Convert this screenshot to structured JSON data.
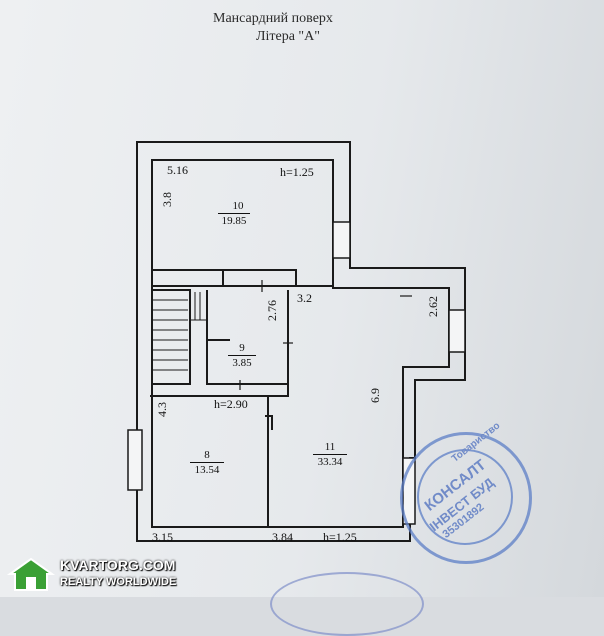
{
  "header": {
    "floor": "Мансардний поверх",
    "litera": "Літера \"А\""
  },
  "rooms": [
    {
      "number": "10",
      "area": "19.85"
    },
    {
      "number": "9",
      "area": "3.85"
    },
    {
      "number": "8",
      "area": "13.54"
    },
    {
      "number": "11",
      "area": "33.34"
    }
  ],
  "dimensions": {
    "d1": "5.16",
    "d2": "h=1.25",
    "d3": "3.8",
    "d4": "3.2",
    "d5": "2.76",
    "d6": "2.62",
    "d7": "6.9",
    "d8": "4.3",
    "d9": "h=2.90",
    "d10": "3.15",
    "d11": "3.84",
    "d12": "h=1.25"
  },
  "stamp": {
    "line1": "КОНСАЛТ",
    "line2": "ІНВЕСТ БУД",
    "code": "35301892",
    "ring": "Товариство"
  },
  "watermark": {
    "line1": "KVARTORG.COM",
    "line2": "REALTY WORLDWIDE"
  },
  "colors": {
    "ink": "#1a1a1a",
    "stamp": "#5d7fc7",
    "watermark_green": "#3aa035"
  }
}
